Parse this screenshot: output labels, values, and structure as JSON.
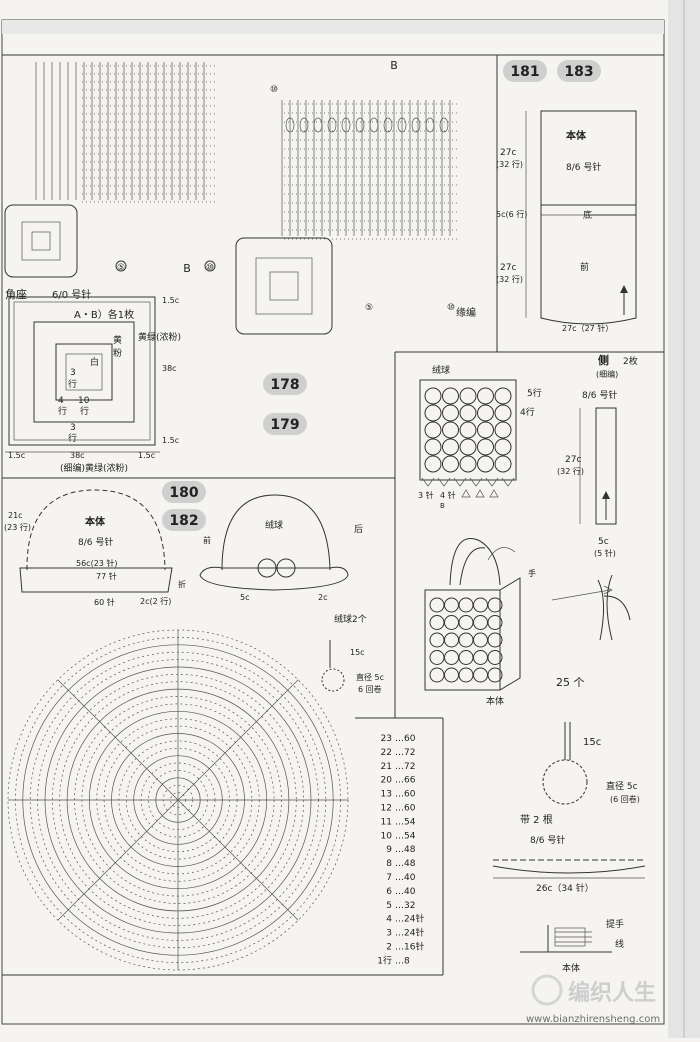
{
  "badges": {
    "b178": "178",
    "b179": "179",
    "b180": "180",
    "b181": "181",
    "b182": "182",
    "b183": "183"
  },
  "squares": {
    "label_b_top": "B",
    "label_b_mid": "B",
    "edge_label": "缘编",
    "round5": "⑤",
    "round10": "⑩"
  },
  "motif": {
    "corner": "角座",
    "hook": "6/0 号针",
    "ab_each": "A・B）各1枚",
    "yellow": "黄",
    "pink": "粉",
    "green_dark": "黄绿(浓粉)",
    "white": "白",
    "rows3a": "3",
    "rows3a_u": "行",
    "rows4": "4",
    "rows4_u": "行",
    "rows10": "10",
    "rows10_u": "行",
    "rows3b": "3",
    "rows3b_u": "行",
    "w38": "38c",
    "h38": "38c",
    "m15a": "1.5c",
    "m15b": "1.5c",
    "m15c": "1.5c",
    "m15d": "1.5c",
    "bottom": "(细编)黄绿(浓粉)"
  },
  "body_panel": {
    "title": "本体",
    "hook": "8/6 号针",
    "h27top": "27c",
    "h27top_rows": "(32 行)",
    "h5": "5c(6 行)",
    "mark_bottom": "底",
    "h27bot": "27c",
    "h27bot_rows": "(32 行)",
    "front": "前",
    "w27": "27c（27 针）"
  },
  "side_panel": {
    "title": "侧",
    "count": "2枚",
    "sub": "(细编)",
    "hook": "8/6 号针",
    "h27": "27c",
    "h27rows": "(32 行)",
    "w5": "5c",
    "w5stitch": "(5 针)"
  },
  "pompom_chart": {
    "label": "绒球",
    "row5": "5行",
    "row4": "4行",
    "stitches3": "3 针",
    "stitches4": "4 针",
    "dir": "B"
  },
  "bag": {
    "handle": "手",
    "body": "本体",
    "count": "25 个"
  },
  "pompom_big": {
    "len": "15c",
    "dia": "直径 5c",
    "wraps": "(6 回卷)"
  },
  "strap": {
    "title": "带 2 根",
    "hook": "8/6 号针",
    "length": "26c（34 针）"
  },
  "handle_join": {
    "handle": "提手",
    "yarn": "线",
    "body": "本体"
  },
  "hat": {
    "body": "本体",
    "hook": "8/6 号针",
    "h21": "21c",
    "h21rows": "(23 行)",
    "circ": "56c(23 针)",
    "st77": "77 针",
    "fold": "折",
    "st60": "60 针",
    "brim": "2c(2 行)",
    "pompom": "绒球",
    "back": "后",
    "front": "前",
    "w5": "5c",
    "w2": "2c",
    "pompom_count": "绒球2个",
    "pp_len": "15c",
    "pp_dia": "直径 5c",
    "pp_wraps": "6 回卷"
  },
  "row_table": [
    [
      "23",
      "60"
    ],
    [
      "22",
      "72"
    ],
    [
      "21",
      "72"
    ],
    [
      "20",
      "66"
    ],
    [
      "13",
      "60"
    ],
    [
      "12",
      "60"
    ],
    [
      "11",
      "54"
    ],
    [
      "10",
      "54"
    ],
    [
      "9",
      "48"
    ],
    [
      "8",
      "48"
    ],
    [
      "7",
      "40"
    ],
    [
      "6",
      "40"
    ],
    [
      "5",
      "32"
    ],
    [
      "4",
      "24针"
    ],
    [
      "3",
      "24针"
    ],
    [
      "2",
      "16针"
    ],
    [
      "1行",
      "8"
    ]
  ],
  "row_table_sep": "…",
  "watermark": {
    "brand": "编织人生",
    "url": "www.bianzhirensheng.com"
  }
}
